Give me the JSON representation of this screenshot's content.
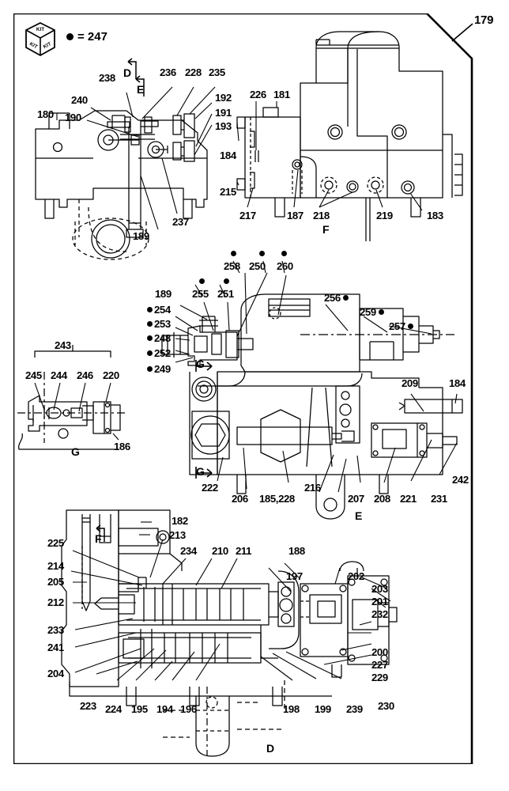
{
  "page": {
    "number": "179",
    "legend": {
      "bullet_equals": "= 247",
      "kit_faces": [
        "KIT",
        "KIT",
        "KIT"
      ]
    },
    "section_letters": [
      "D",
      "E",
      "F",
      "G",
      "G",
      "E",
      "F",
      "D"
    ]
  },
  "views": {
    "top_left": {
      "name": "top-left-assembly",
      "labels": [
        "238",
        "236",
        "228",
        "235",
        "240",
        "190",
        "180",
        "192",
        "191",
        "193",
        "237",
        "189"
      ],
      "section_marks": [
        "D",
        "E"
      ]
    },
    "top_right": {
      "name": "top-right-assembly",
      "labels": [
        "226",
        "181",
        "184",
        "215",
        "217",
        "187",
        "218",
        "219",
        "183"
      ],
      "section_marks": [
        "F"
      ]
    },
    "middle": {
      "name": "middle-assembly",
      "labels": [
        "258",
        "250",
        "260",
        "255",
        "251",
        "189",
        "254",
        "253",
        "248",
        "252",
        "249",
        "256",
        "259",
        "257",
        "209",
        "184",
        "222",
        "206",
        "185,228",
        "216",
        "207",
        "208",
        "221",
        "231",
        "242"
      ],
      "section_marks": [
        "G",
        "G",
        "E"
      ]
    },
    "detail_g": {
      "name": "detail-view-g",
      "labels": [
        "243",
        "245",
        "244",
        "246",
        "220",
        "186"
      ],
      "section_marks": [
        "G"
      ]
    },
    "bottom": {
      "name": "bottom-assembly",
      "labels": [
        "182",
        "213",
        "225",
        "234",
        "210",
        "211",
        "188",
        "214",
        "205",
        "212",
        "233",
        "241",
        "204",
        "223",
        "224",
        "195",
        "194",
        "196",
        "198",
        "199",
        "239",
        "230",
        "197",
        "202",
        "203",
        "201",
        "232",
        "200",
        "227",
        "229"
      ],
      "section_marks": [
        "F",
        "D"
      ]
    }
  },
  "labels": {
    "l179": "179",
    "l238": "238",
    "l236": "236",
    "l228": "228",
    "l235": "235",
    "l240": "240",
    "l190": "190",
    "l180": "180",
    "l192": "192",
    "l191": "191",
    "l193": "193",
    "l237": "237",
    "l189": "189",
    "l226": "226",
    "l181": "181",
    "l184": "184",
    "l215": "215",
    "l217": "217",
    "l187": "187",
    "l218": "218",
    "l219": "219",
    "l183": "183",
    "l258": "258",
    "l250": "250",
    "l260": "260",
    "l255": "255",
    "l251": "251",
    "l189b": "189",
    "l254": "254",
    "l253": "253",
    "l248": "248",
    "l252": "252",
    "l249": "249",
    "l256": "256",
    "l259": "259",
    "l257": "257",
    "l209": "209",
    "l184b": "184",
    "l222": "222",
    "l206": "206",
    "l185228": "185,228",
    "l216": "216",
    "l207": "207",
    "l208": "208",
    "l221": "221",
    "l231": "231",
    "l242": "242",
    "l243": "243",
    "l245": "245",
    "l244": "244",
    "l246": "246",
    "l220": "220",
    "l186": "186",
    "l182": "182",
    "l213": "213",
    "l225": "225",
    "l234": "234",
    "l210": "210",
    "l211": "211",
    "l188": "188",
    "l214": "214",
    "l205": "205",
    "l212": "212",
    "l233": "233",
    "l241": "241",
    "l204": "204",
    "l223": "223",
    "l224": "224",
    "l195": "195",
    "l194": "194",
    "l196": "196",
    "l198": "198",
    "l199": "199",
    "l239": "239",
    "l230": "230",
    "l197": "197",
    "l202": "202",
    "l203": "203",
    "l201": "201",
    "l232": "232",
    "l200": "200",
    "l227": "227",
    "l229": "229",
    "secD1": "D",
    "secE1": "E",
    "secF1": "F",
    "secG1": "G",
    "secG2": "G",
    "secE2": "E",
    "secF2": "F",
    "secD2": "D",
    "secG3": "G",
    "kit1": "KIT",
    "kit2": "KIT",
    "kit3": "KIT",
    "kiteq": "= 247"
  },
  "colors": {
    "line": "#000000",
    "background": "#ffffff",
    "thin": "#1a1a1a"
  }
}
